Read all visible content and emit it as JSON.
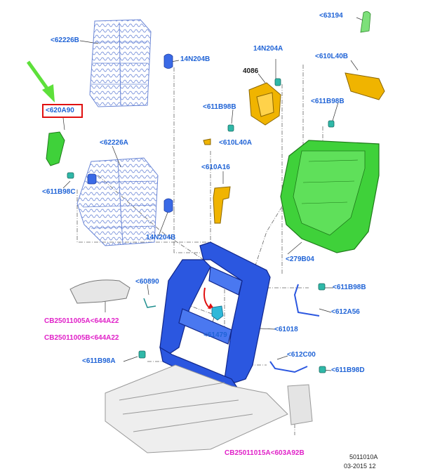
{
  "labels": {
    "l_63194": "<63194",
    "l_62226B": "<62226B",
    "l_14N204B_top": "14N204B",
    "l_14N204A": "14N204A",
    "l_610L40B": "<610L40B",
    "l_4086": "4086",
    "l_620A90": "<620A90",
    "l_611B98B_mid": "<611B98B",
    "l_611B98B_right": "<611B98B",
    "l_610L40A": "<610L40A",
    "l_62226A": "<62226A",
    "l_610A16": "<610A16",
    "l_611B98C": "<611B98C",
    "l_14N204B_bot": "14N204B",
    "l_279B04": "<279B04",
    "l_60890": "<60890",
    "l_611B98B_low": "<611B98B",
    "l_612A56": "<612A56",
    "l_61479": "<61479",
    "l_61018": "<61018",
    "l_611B98A": "<611B98A",
    "l_612C00": "<612C00",
    "l_611B98D": "<611B98D",
    "l_CB_A": "CB25011005A<644A22",
    "l_CB_B": "CB25011005B<644A22",
    "l_CB_C": "CB25011015A<603A92B"
  },
  "footer": {
    "code": "5011010A",
    "date": "03-2015 12"
  },
  "colors": {
    "label_blue": "#1f63d6",
    "label_magenta": "#e020c8",
    "frame_blue": "#2b57e0",
    "seat_green": "#3fd13a",
    "part_yellow": "#f0b400",
    "highlight_red": "#e01010",
    "arrow_green": "#5de03a"
  }
}
